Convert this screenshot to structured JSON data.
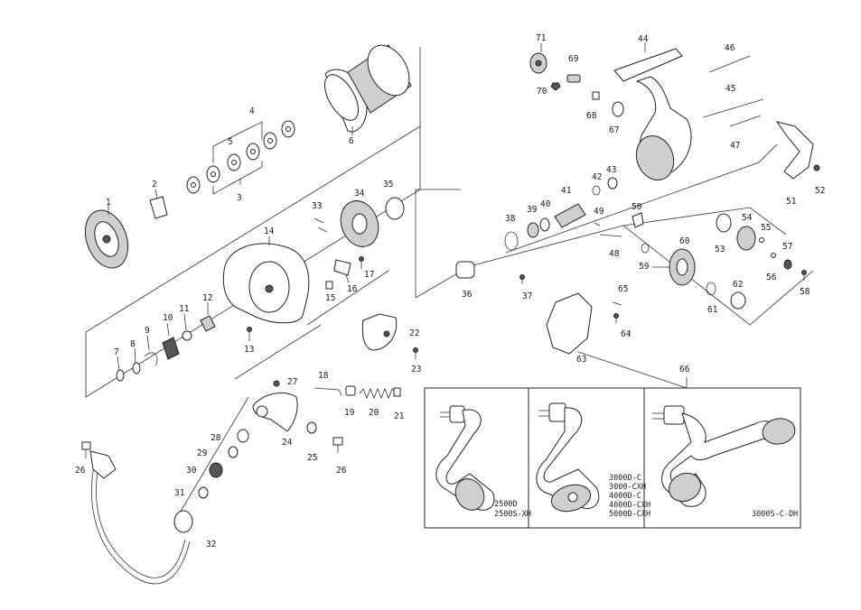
{
  "parts": [
    "1",
    "2",
    "3",
    "4",
    "5",
    "6",
    "7",
    "8",
    "9",
    "10",
    "11",
    "12",
    "13",
    "14",
    "15",
    "16",
    "17",
    "18",
    "19",
    "20",
    "21",
    "22",
    "23",
    "24",
    "25",
    "26",
    "26",
    "27",
    "28",
    "29",
    "30",
    "31",
    "32",
    "33",
    "34",
    "35",
    "36",
    "37",
    "38",
    "39",
    "40",
    "41",
    "42",
    "43",
    "44",
    "45",
    "46",
    "47",
    "48",
    "49",
    "50",
    "51",
    "52",
    "53",
    "54",
    "55",
    "56",
    "57",
    "58",
    "59",
    "60",
    "61",
    "62",
    "63",
    "64",
    "65",
    "66",
    "67",
    "68",
    "69",
    "70",
    "71"
  ],
  "handles": [
    {
      "variants": [
        "2500D",
        "2500S-XH"
      ]
    },
    {
      "variants": [
        "3000D-C",
        "3000-CXH",
        "4000D-C",
        "4000D-CXH",
        "5000D-CXH"
      ]
    },
    {
      "variants": [
        "3000S-C-DH"
      ]
    }
  ]
}
